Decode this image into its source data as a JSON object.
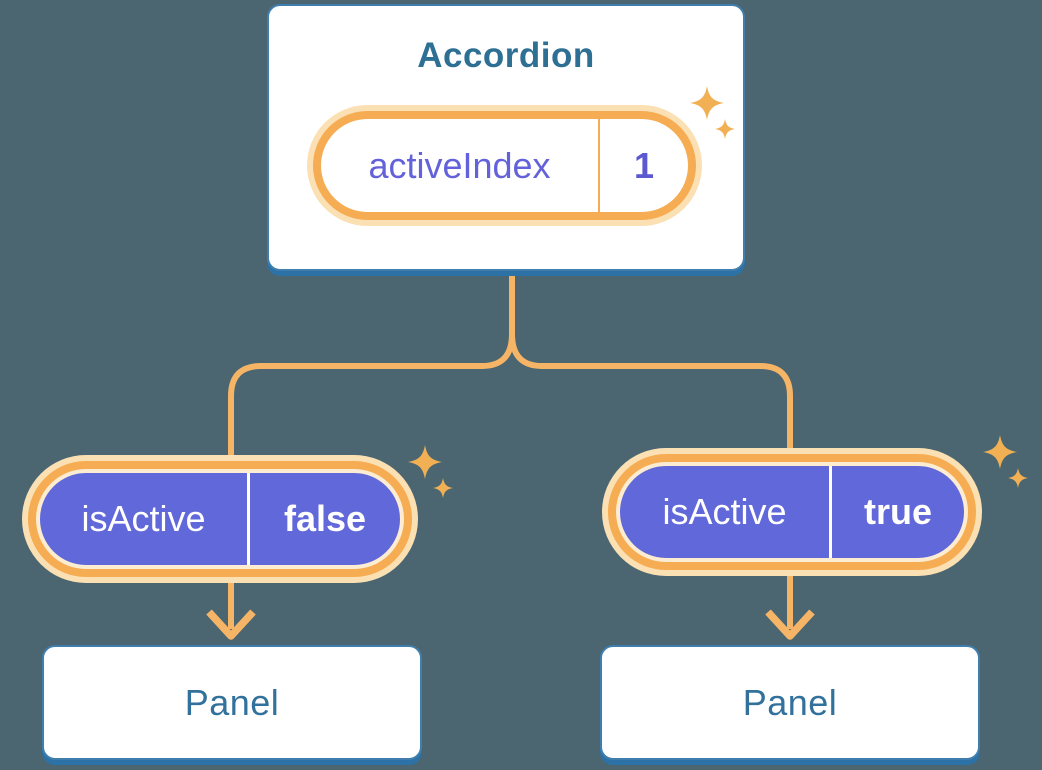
{
  "diagram": {
    "root": {
      "title": "Accordion",
      "prop": {
        "label": "activeIndex",
        "value": "1"
      }
    },
    "children": [
      {
        "prop": {
          "label": "isActive",
          "value": "false"
        },
        "panel": {
          "title": "Panel"
        }
      },
      {
        "prop": {
          "label": "isActive",
          "value": "true"
        },
        "panel": {
          "title": "Panel"
        }
      }
    ]
  },
  "colors": {
    "background": "#4B6670",
    "connector_orange": "#F6B566",
    "pill_ring_orange": "#F6AC52",
    "pill_glow_peach": "#FBE0B4",
    "pill_inner_cream": "#FCEDD2",
    "pill_purple": "#6168D9",
    "purple_text": "#6462DB",
    "card_border_blue": "#3F7EAD",
    "card_shadow_blue": "#2C72A6",
    "heading_blue": "#2E6F94",
    "panel_text_blue": "#31719C",
    "sparkle_orange": "#F2B054",
    "card_background": "#ffffff",
    "pill_text_white": "#ffffff"
  }
}
